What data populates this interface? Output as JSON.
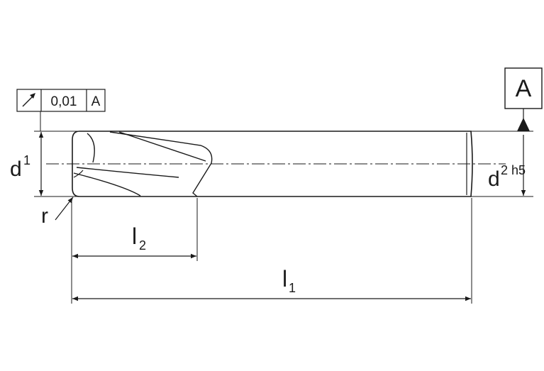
{
  "drawing": {
    "tolerance_frame": {
      "symbol_icon": "circular-runout-arrow-icon",
      "value": "0,01",
      "datum": "A"
    },
    "datum_label": "A",
    "dimensions": {
      "d1": {
        "letter": "d",
        "sub": "1"
      },
      "d2": {
        "letter": "d",
        "sub": "2 h5"
      },
      "l1": {
        "letter": "l",
        "sub": "1"
      },
      "l2": {
        "letter": "l",
        "sub": "2"
      },
      "r": {
        "letter": "r"
      }
    }
  }
}
